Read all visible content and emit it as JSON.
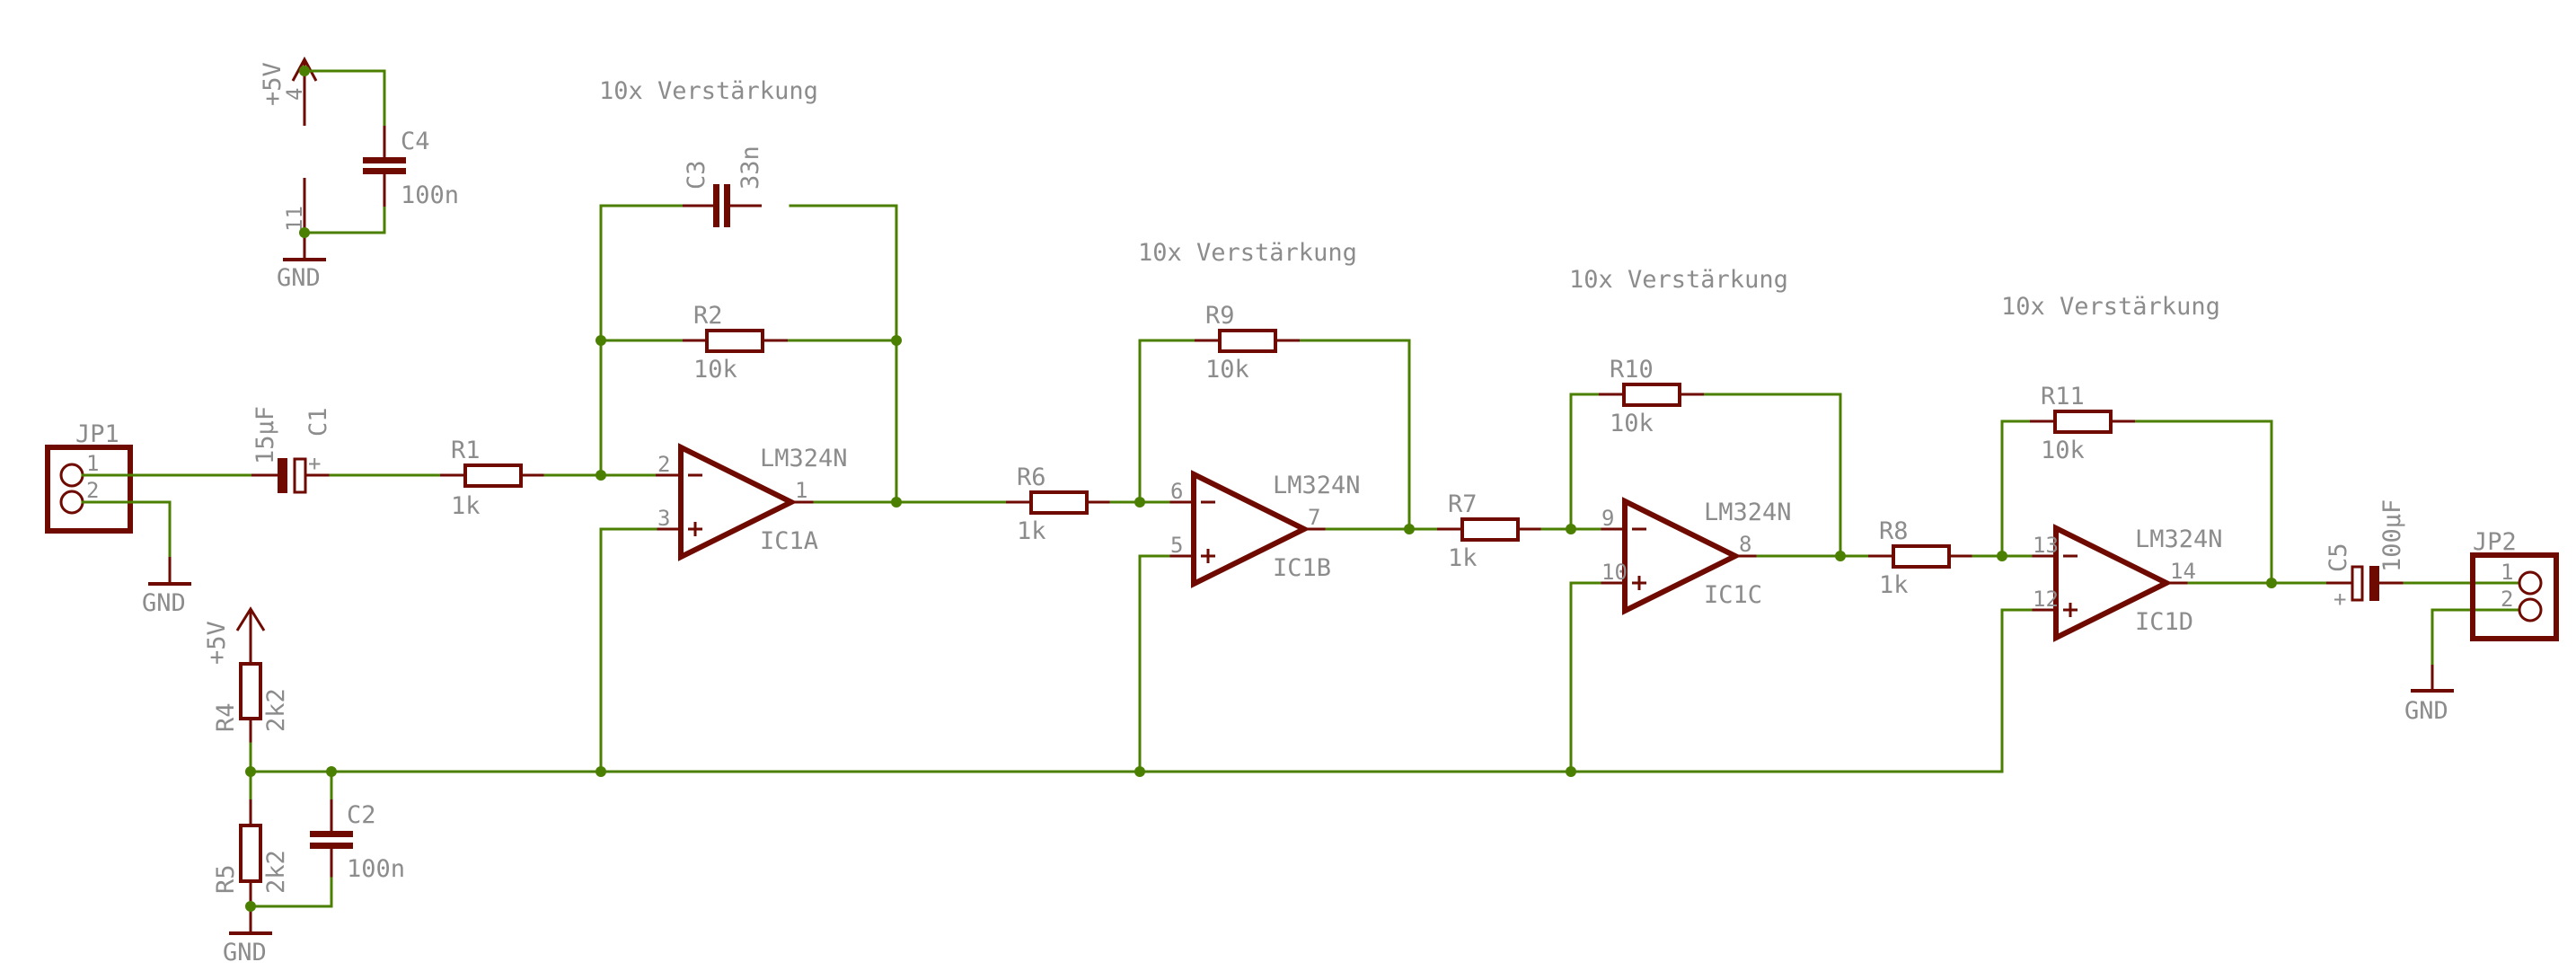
{
  "schematic": {
    "colors": {
      "wire": "#4a7f00",
      "component": "#6e0a00",
      "text": "#8c8c8c",
      "background": "#ffffff"
    },
    "stage_notes": [
      "10x Verstärkung",
      "10x Verstärkung",
      "10x Verstärkung",
      "10x Verstärkung"
    ],
    "connectors": {
      "jp1": {
        "name": "JP1",
        "pins": [
          "1",
          "2"
        ]
      },
      "jp2": {
        "name": "JP2",
        "pins": [
          "1",
          "2"
        ]
      }
    },
    "power": {
      "vcc_label": "+5V",
      "gnd_label": "GND",
      "supply_pin_vcc": "4",
      "supply_pin_gnd": "11"
    },
    "capacitors": {
      "c1": {
        "name": "C1",
        "value": "15µF",
        "polarized": true
      },
      "c2": {
        "name": "C2",
        "value": "100n"
      },
      "c3": {
        "name": "C3",
        "value": "33n"
      },
      "c4": {
        "name": "C4",
        "value": "100n"
      },
      "c5": {
        "name": "C5",
        "value": "100µF",
        "polarized": true
      },
      "plus_sign": "+"
    },
    "resistors": {
      "r1": {
        "name": "R1",
        "value": "1k"
      },
      "r2": {
        "name": "R2",
        "value": "10k"
      },
      "r4": {
        "name": "R4",
        "value": "2k2"
      },
      "r5": {
        "name": "R5",
        "value": "2k2"
      },
      "r6": {
        "name": "R6",
        "value": "1k"
      },
      "r7": {
        "name": "R7",
        "value": "1k"
      },
      "r8": {
        "name": "R8",
        "value": "1k"
      },
      "r9": {
        "name": "R9",
        "value": "10k"
      },
      "r10": {
        "name": "R10",
        "value": "10k"
      },
      "r11": {
        "name": "R11",
        "value": "10k"
      }
    },
    "opamps": [
      {
        "name": "IC1A",
        "part": "LM324N",
        "pin_inv": "2",
        "pin_noninv": "3",
        "pin_out": "1"
      },
      {
        "name": "IC1B",
        "part": "LM324N",
        "pin_inv": "6",
        "pin_noninv": "5",
        "pin_out": "7"
      },
      {
        "name": "IC1C",
        "part": "LM324N",
        "pin_inv": "9",
        "pin_noninv": "10",
        "pin_out": "8"
      },
      {
        "name": "IC1D",
        "part": "LM324N",
        "pin_inv": "13",
        "pin_noninv": "12",
        "pin_out": "14"
      }
    ]
  }
}
